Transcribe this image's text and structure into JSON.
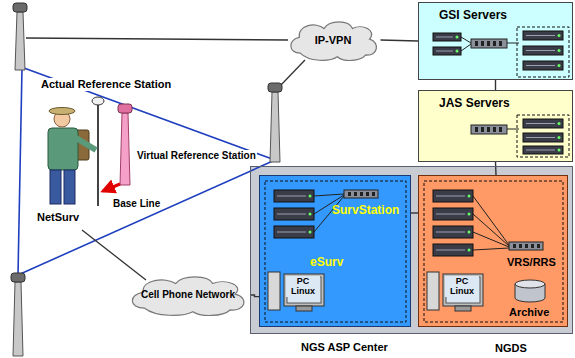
{
  "diagram": {
    "nodes": [
      {
        "text": [
          "IP-VPN"
        ]
      },
      {
        "text": [
          "GSI Servers"
        ]
      },
      {
        "text": [
          "JAS Servers"
        ]
      },
      {
        "text": [
          "Cell Phone Network"
        ]
      },
      {
        "text": [
          "NGS ASP Center"
        ]
      },
      {
        "text": [
          "SurvStation",
          "eSurv"
        ],
        "in": 4
      },
      {
        "text": [
          "NGDS",
          "VRS/RRS",
          "Archive"
        ],
        "in": 4
      }
    ],
    "edges": [
      {
        "from": 0,
        "to": 1,
        "arrow": "none"
      },
      {
        "from": 1,
        "to": 2,
        "arrow": "none"
      },
      {
        "from": 2,
        "to": 6,
        "arrow": "none"
      },
      {
        "from": 5,
        "to": 6,
        "arrow": "none"
      },
      {
        "from": 3,
        "to": 5,
        "arrow": "none"
      }
    ],
    "labels": [
      "Actual Reference Station",
      "Virtual Reference Station",
      "NetSurv",
      "Base Line",
      "PC Linux",
      "PC Linux"
    ]
  }
}
